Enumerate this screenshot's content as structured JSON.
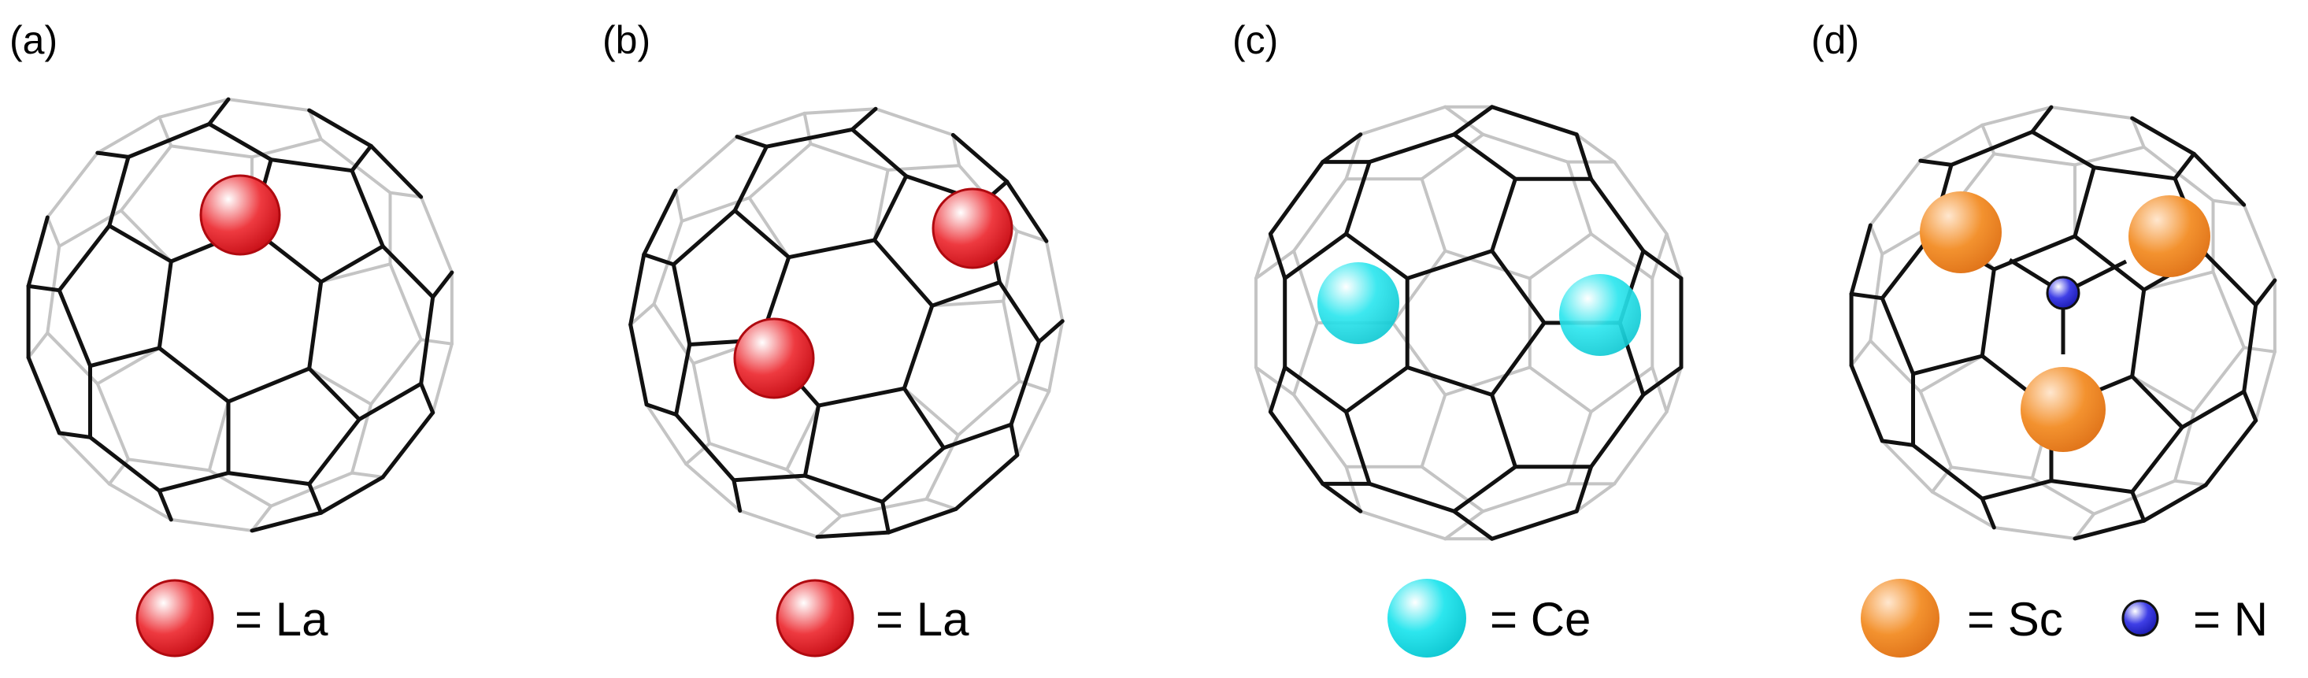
{
  "colors": {
    "back_edge": "#c4c4c4",
    "front_edge": "#111111",
    "La": "#e8232a",
    "Ce": "#1fe0e8",
    "Sc": "#f08a2a",
    "N": "#2b2bd8"
  },
  "panels": [
    {
      "label": "(a)",
      "view": "hexagon-front",
      "atoms": [
        {
          "element": "La",
          "color_key": "La"
        }
      ],
      "legend": [
        {
          "color_key": "La",
          "text": "= La"
        }
      ]
    },
    {
      "label": "(b)",
      "view": "hexagon-front",
      "atoms": [
        {
          "element": "La",
          "color_key": "La"
        },
        {
          "element": "La",
          "color_key": "La"
        }
      ],
      "legend": [
        {
          "color_key": "La",
          "text": "= La"
        }
      ]
    },
    {
      "label": "(c)",
      "view": "pentagon-front",
      "atoms": [
        {
          "element": "Ce",
          "color_key": "Ce"
        },
        {
          "element": "Ce",
          "color_key": "Ce"
        }
      ],
      "legend": [
        {
          "color_key": "Ce",
          "text": "= Ce"
        }
      ]
    },
    {
      "label": "(d)",
      "view": "hexagon-front",
      "atoms": [
        {
          "element": "Sc",
          "color_key": "Sc"
        },
        {
          "element": "Sc",
          "color_key": "Sc"
        },
        {
          "element": "Sc",
          "color_key": "Sc"
        },
        {
          "element": "N",
          "color_key": "N"
        }
      ],
      "legend": [
        {
          "color_key": "Sc",
          "text": "= Sc"
        },
        {
          "color_key": "N",
          "text": "= N"
        }
      ]
    }
  ]
}
